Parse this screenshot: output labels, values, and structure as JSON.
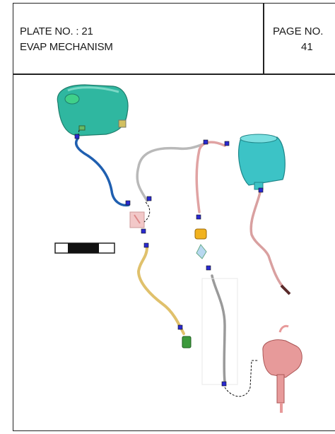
{
  "header": {
    "plate_label": "PLATE NO. : 21",
    "plate_title": "EVAP MECHANISM",
    "page_label": "PAGE NO.",
    "page_number": "41"
  },
  "colors": {
    "fuel_tank": "#2fb7a0",
    "canister": "#3cc3c6",
    "blue_hose": "#1f5fb0",
    "grey_hose": "#b9b9b9",
    "pink_hose": "#e0a3a3",
    "yellow_hose": "#e0c16c",
    "clip": "#2a2ad0",
    "carburetor": "#e79a9a"
  },
  "icons": [
    "fuel-tank-icon",
    "canister-icon",
    "carburetor-icon",
    "valve-icon",
    "filter-icon",
    "clip-icon",
    "fuse-icon"
  ]
}
